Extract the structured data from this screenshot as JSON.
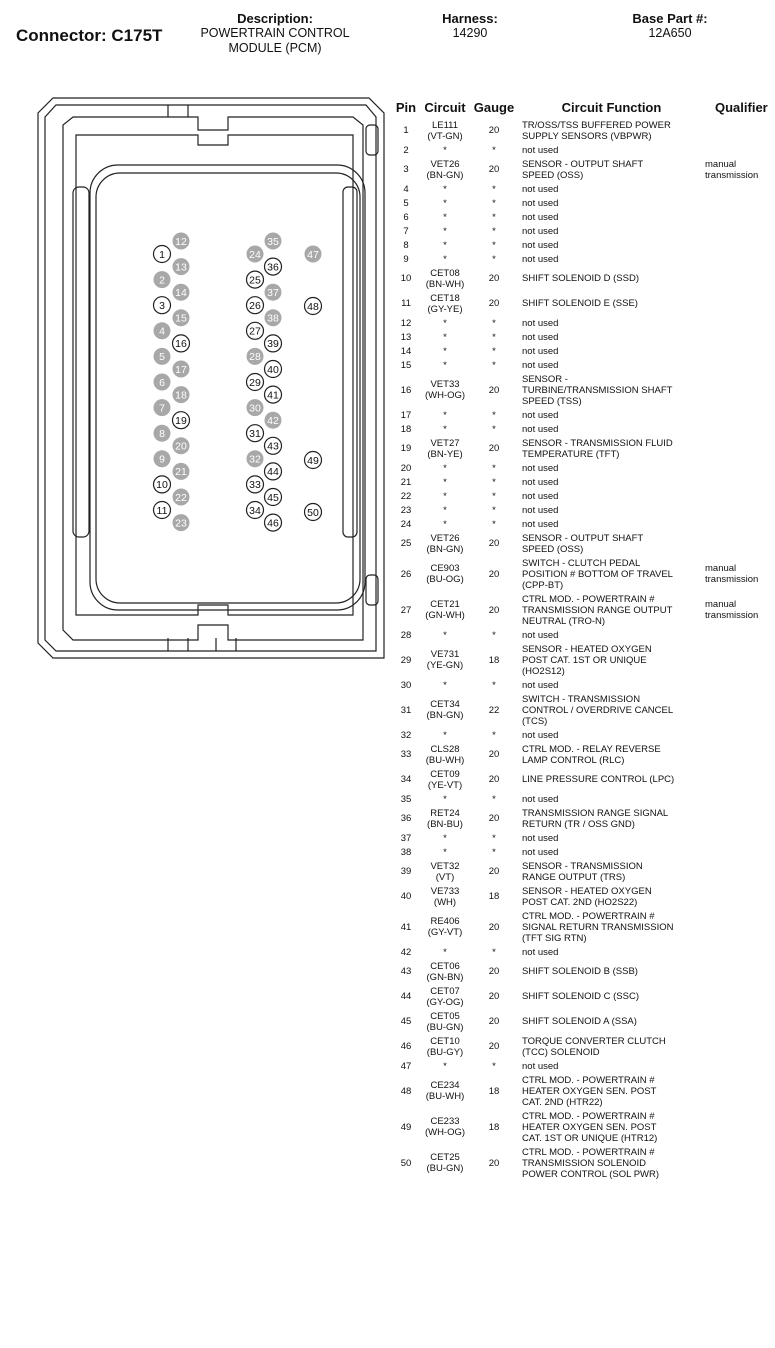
{
  "header": {
    "connector": "Connector: C175T",
    "description_label": "Description:",
    "description_lines": [
      "POWERTRAIN CONTROL",
      "MODULE (PCM)"
    ],
    "harness_label": "Harness:",
    "harness_value": "14290",
    "base_label": "Base Part #:",
    "base_value": "12A650"
  },
  "table": {
    "headers": [
      "Pin",
      "Circuit",
      "Gauge",
      "Circuit Function",
      "Qualifier"
    ],
    "rows": [
      {
        "pin": "1",
        "circuit": [
          "LE111",
          "(VT-GN)"
        ],
        "gauge": "20",
        "func": [
          "TR/OSS/TSS BUFFERED POWER",
          "SUPPLY SENSORS (VBPWR)"
        ],
        "qual": []
      },
      {
        "pin": "2",
        "circuit": [
          "*"
        ],
        "gauge": "*",
        "func": [
          "not used"
        ],
        "qual": []
      },
      {
        "pin": "3",
        "circuit": [
          "VET26",
          "(BN-GN)"
        ],
        "gauge": "20",
        "func": [
          "SENSOR - OUTPUT SHAFT",
          "SPEED (OSS)"
        ],
        "qual": [
          "manual",
          "transmission"
        ]
      },
      {
        "pin": "4",
        "circuit": [
          "*"
        ],
        "gauge": "*",
        "func": [
          "not used"
        ],
        "qual": []
      },
      {
        "pin": "5",
        "circuit": [
          "*"
        ],
        "gauge": "*",
        "func": [
          "not used"
        ],
        "qual": []
      },
      {
        "pin": "6",
        "circuit": [
          "*"
        ],
        "gauge": "*",
        "func": [
          "not used"
        ],
        "qual": []
      },
      {
        "pin": "7",
        "circuit": [
          "*"
        ],
        "gauge": "*",
        "func": [
          "not used"
        ],
        "qual": []
      },
      {
        "pin": "8",
        "circuit": [
          "*"
        ],
        "gauge": "*",
        "func": [
          "not used"
        ],
        "qual": []
      },
      {
        "pin": "9",
        "circuit": [
          "*"
        ],
        "gauge": "*",
        "func": [
          "not used"
        ],
        "qual": []
      },
      {
        "pin": "10",
        "circuit": [
          "CET08",
          "(BN-WH)"
        ],
        "gauge": "20",
        "func": [
          "SHIFT SOLENOID D (SSD)"
        ],
        "qual": []
      },
      {
        "pin": "11",
        "circuit": [
          "CET18",
          "(GY-YE)"
        ],
        "gauge": "20",
        "func": [
          "SHIFT SOLENOID E (SSE)"
        ],
        "qual": []
      },
      {
        "pin": "12",
        "circuit": [
          "*"
        ],
        "gauge": "*",
        "func": [
          "not used"
        ],
        "qual": []
      },
      {
        "pin": "13",
        "circuit": [
          "*"
        ],
        "gauge": "*",
        "func": [
          "not used"
        ],
        "qual": []
      },
      {
        "pin": "14",
        "circuit": [
          "*"
        ],
        "gauge": "*",
        "func": [
          "not used"
        ],
        "qual": []
      },
      {
        "pin": "15",
        "circuit": [
          "*"
        ],
        "gauge": "*",
        "func": [
          "not used"
        ],
        "qual": []
      },
      {
        "pin": "16",
        "circuit": [
          "VET33",
          "(WH-OG)"
        ],
        "gauge": "20",
        "func": [
          "SENSOR -",
          "TURBINE/TRANSMISSION SHAFT",
          "SPEED (TSS)"
        ],
        "qual": []
      },
      {
        "pin": "17",
        "circuit": [
          "*"
        ],
        "gauge": "*",
        "func": [
          "not used"
        ],
        "qual": []
      },
      {
        "pin": "18",
        "circuit": [
          "*"
        ],
        "gauge": "*",
        "func": [
          "not used"
        ],
        "qual": []
      },
      {
        "pin": "19",
        "circuit": [
          "VET27",
          "(BN-YE)"
        ],
        "gauge": "20",
        "func": [
          "SENSOR - TRANSMISSION FLUID",
          "TEMPERATURE (TFT)"
        ],
        "qual": []
      },
      {
        "pin": "20",
        "circuit": [
          "*"
        ],
        "gauge": "*",
        "func": [
          "not used"
        ],
        "qual": []
      },
      {
        "pin": "21",
        "circuit": [
          "*"
        ],
        "gauge": "*",
        "func": [
          "not used"
        ],
        "qual": []
      },
      {
        "pin": "22",
        "circuit": [
          "*"
        ],
        "gauge": "*",
        "func": [
          "not used"
        ],
        "qual": []
      },
      {
        "pin": "23",
        "circuit": [
          "*"
        ],
        "gauge": "*",
        "func": [
          "not used"
        ],
        "qual": []
      },
      {
        "pin": "24",
        "circuit": [
          "*"
        ],
        "gauge": "*",
        "func": [
          "not used"
        ],
        "qual": []
      },
      {
        "pin": "25",
        "circuit": [
          "VET26",
          "(BN-GN)"
        ],
        "gauge": "20",
        "func": [
          "SENSOR - OUTPUT SHAFT",
          "SPEED (OSS)"
        ],
        "qual": []
      },
      {
        "pin": "26",
        "circuit": [
          "CE903",
          "(BU-OG)"
        ],
        "gauge": "20",
        "func": [
          "SWITCH - CLUTCH PEDAL",
          "POSITION # BOTTOM OF TRAVEL",
          "(CPP-BT)"
        ],
        "qual": [
          "manual",
          "transmission"
        ]
      },
      {
        "pin": "27",
        "circuit": [
          "CET21",
          "(GN-WH)"
        ],
        "gauge": "20",
        "func": [
          "CTRL MOD. - POWERTRAIN #",
          "TRANSMISSION RANGE OUTPUT",
          "NEUTRAL (TRO-N)"
        ],
        "qual": [
          "manual",
          "transmission"
        ]
      },
      {
        "pin": "28",
        "circuit": [
          "*"
        ],
        "gauge": "*",
        "func": [
          "not used"
        ],
        "qual": []
      },
      {
        "pin": "29",
        "circuit": [
          "VE731",
          "(YE-GN)"
        ],
        "gauge": "18",
        "func": [
          "SENSOR - HEATED OXYGEN",
          "POST CAT. 1ST OR UNIQUE",
          "(HO2S12)"
        ],
        "qual": []
      },
      {
        "pin": "30",
        "circuit": [
          "*"
        ],
        "gauge": "*",
        "func": [
          "not used"
        ],
        "qual": []
      },
      {
        "pin": "31",
        "circuit": [
          "CET34",
          "(BN-GN)"
        ],
        "gauge": "22",
        "func": [
          "SWITCH - TRANSMISSION",
          "CONTROL / OVERDRIVE CANCEL",
          "(TCS)"
        ],
        "qual": []
      },
      {
        "pin": "32",
        "circuit": [
          "*"
        ],
        "gauge": "*",
        "func": [
          "not used"
        ],
        "qual": []
      },
      {
        "pin": "33",
        "circuit": [
          "CLS28",
          "(BU-WH)"
        ],
        "gauge": "20",
        "func": [
          "CTRL MOD. - RELAY REVERSE",
          "LAMP CONTROL (RLC)"
        ],
        "qual": []
      },
      {
        "pin": "34",
        "circuit": [
          "CET09",
          "(YE-VT)"
        ],
        "gauge": "20",
        "func": [
          "LINE PRESSURE CONTROL (LPC)"
        ],
        "qual": []
      },
      {
        "pin": "35",
        "circuit": [
          "*"
        ],
        "gauge": "*",
        "func": [
          "not used"
        ],
        "qual": []
      },
      {
        "pin": "36",
        "circuit": [
          "RET24",
          "(BN-BU)"
        ],
        "gauge": "20",
        "func": [
          "TRANSMISSION RANGE SIGNAL",
          "RETURN (TR / OSS GND)"
        ],
        "qual": []
      },
      {
        "pin": "37",
        "circuit": [
          "*"
        ],
        "gauge": "*",
        "func": [
          "not used"
        ],
        "qual": []
      },
      {
        "pin": "38",
        "circuit": [
          "*"
        ],
        "gauge": "*",
        "func": [
          "not used"
        ],
        "qual": []
      },
      {
        "pin": "39",
        "circuit": [
          "VET32",
          "(VT)"
        ],
        "gauge": "20",
        "func": [
          "SENSOR - TRANSMISSION",
          "RANGE OUTPUT (TRS)"
        ],
        "qual": []
      },
      {
        "pin": "40",
        "circuit": [
          "VE733",
          "(WH)"
        ],
        "gauge": "18",
        "func": [
          "SENSOR - HEATED OXYGEN",
          "POST CAT. 2ND (HO2S22)"
        ],
        "qual": []
      },
      {
        "pin": "41",
        "circuit": [
          "RE406",
          "(GY-VT)"
        ],
        "gauge": "20",
        "func": [
          "CTRL MOD. - POWERTRAIN #",
          "SIGNAL RETURN TRANSMISSION",
          "(TFT SIG RTN)"
        ],
        "qual": []
      },
      {
        "pin": "42",
        "circuit": [
          "*"
        ],
        "gauge": "*",
        "func": [
          "not used"
        ],
        "qual": []
      },
      {
        "pin": "43",
        "circuit": [
          "CET06",
          "(GN-BN)"
        ],
        "gauge": "20",
        "func": [
          "SHIFT SOLENOID B (SSB)"
        ],
        "qual": []
      },
      {
        "pin": "44",
        "circuit": [
          "CET07",
          "(GY-OG)"
        ],
        "gauge": "20",
        "func": [
          "SHIFT SOLENOID C (SSC)"
        ],
        "qual": []
      },
      {
        "pin": "45",
        "circuit": [
          "CET05",
          "(BU-GN)"
        ],
        "gauge": "20",
        "func": [
          "SHIFT SOLENOID A (SSA)"
        ],
        "qual": []
      },
      {
        "pin": "46",
        "circuit": [
          "CET10",
          "(BU-GY)"
        ],
        "gauge": "20",
        "func": [
          "TORQUE CONVERTER CLUTCH",
          "(TCC) SOLENOID"
        ],
        "qual": []
      },
      {
        "pin": "47",
        "circuit": [
          "*"
        ],
        "gauge": "*",
        "func": [
          "not used"
        ],
        "qual": []
      },
      {
        "pin": "48",
        "circuit": [
          "CE234",
          "(BU-WH)"
        ],
        "gauge": "18",
        "func": [
          "CTRL MOD. - POWERTRAIN #",
          "HEATER OXYGEN SEN. POST",
          "CAT. 2ND (HTR22)"
        ],
        "qual": []
      },
      {
        "pin": "49",
        "circuit": [
          "CE233",
          "(WH-OG)"
        ],
        "gauge": "18",
        "func": [
          "CTRL MOD. - POWERTRAIN #",
          "HEATER OXYGEN SEN. POST",
          "CAT. 1ST OR UNIQUE (HTR12)"
        ],
        "qual": []
      },
      {
        "pin": "50",
        "circuit": [
          "CET25",
          "(BU-GN)"
        ],
        "gauge": "20",
        "func": [
          "CTRL MOD. - POWERTRAIN #",
          "TRANSMISSION SOLENOID",
          "POWER CONTROL (SOL PWR)"
        ],
        "qual": []
      }
    ]
  },
  "diagram": {
    "colors": {
      "stroke": "#222222",
      "filled_pin": "#a8a8a8",
      "filled_text": "#ffffff",
      "open_pin": "#ffffff",
      "open_text": "#111111"
    },
    "pins": [
      {
        "label": "1",
        "filled": false
      },
      {
        "label": "2",
        "filled": true
      },
      {
        "label": "3",
        "filled": false
      },
      {
        "label": "4",
        "filled": true
      },
      {
        "label": "5",
        "filled": true
      },
      {
        "label": "6",
        "filled": true
      },
      {
        "label": "7",
        "filled": true
      },
      {
        "label": "8",
        "filled": true
      },
      {
        "label": "9",
        "filled": true
      },
      {
        "label": "10",
        "filled": false
      },
      {
        "label": "11",
        "filled": false
      },
      {
        "label": "12",
        "filled": true
      },
      {
        "label": "13",
        "filled": true
      },
      {
        "label": "14",
        "filled": true
      },
      {
        "label": "15",
        "filled": true
      },
      {
        "label": "16",
        "filled": false
      },
      {
        "label": "17",
        "filled": true
      },
      {
        "label": "18",
        "filled": true
      },
      {
        "label": "19",
        "filled": false
      },
      {
        "label": "20",
        "filled": true
      },
      {
        "label": "21",
        "filled": true
      },
      {
        "label": "22",
        "filled": true
      },
      {
        "label": "23",
        "filled": true
      },
      {
        "label": "24",
        "filled": true
      },
      {
        "label": "25",
        "filled": false
      },
      {
        "label": "26",
        "filled": false
      },
      {
        "label": "27",
        "filled": false
      },
      {
        "label": "28",
        "filled": true
      },
      {
        "label": "29",
        "filled": false
      },
      {
        "label": "30",
        "filled": true
      },
      {
        "label": "31",
        "filled": false
      },
      {
        "label": "32",
        "filled": true
      },
      {
        "label": "33",
        "filled": false
      },
      {
        "label": "34",
        "filled": false
      },
      {
        "label": "35",
        "filled": true
      },
      {
        "label": "36",
        "filled": false
      },
      {
        "label": "37",
        "filled": true
      },
      {
        "label": "38",
        "filled": true
      },
      {
        "label": "39",
        "filled": false
      },
      {
        "label": "40",
        "filled": false
      },
      {
        "label": "41",
        "filled": false
      },
      {
        "label": "42",
        "filled": true
      },
      {
        "label": "43",
        "filled": false
      },
      {
        "label": "44",
        "filled": false
      },
      {
        "label": "45",
        "filled": false
      },
      {
        "label": "46",
        "filled": false
      },
      {
        "label": "47",
        "filled": true
      },
      {
        "label": "48",
        "filled": false
      },
      {
        "label": "49",
        "filled": false
      },
      {
        "label": "50",
        "filled": false
      }
    ]
  }
}
